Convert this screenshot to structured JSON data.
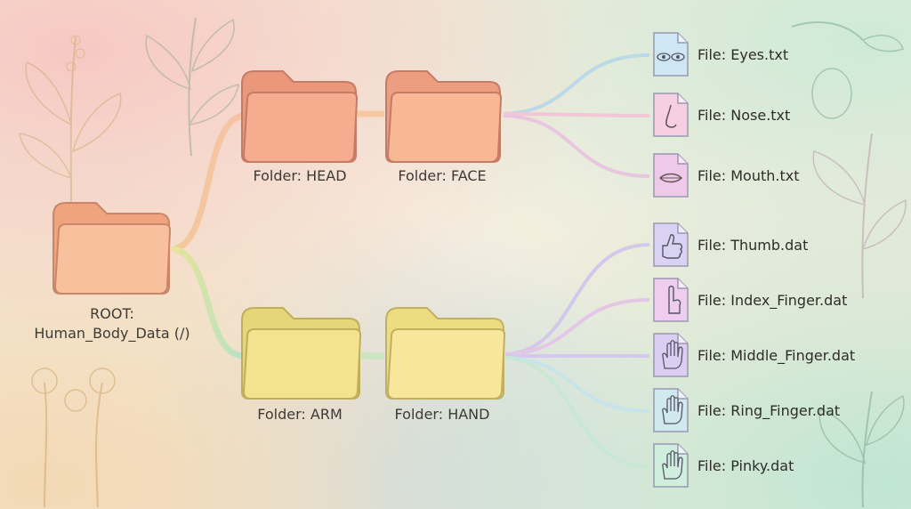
{
  "root": {
    "label_line1": "ROOT:",
    "label_line2": "Human_Body_Data (/)"
  },
  "folders": {
    "head": "Folder: HEAD",
    "face": "Folder: FACE",
    "arm": "Folder: ARM",
    "hand": "Folder: HAND"
  },
  "files": [
    {
      "label": "File: Eyes.txt",
      "icon": "eyes-icon",
      "color": "#cfe6f4"
    },
    {
      "label": "File: Nose.txt",
      "icon": "nose-icon",
      "color": "#f7cfe3"
    },
    {
      "label": "File: Mouth.txt",
      "icon": "mouth-icon",
      "color": "#efc9ea"
    },
    {
      "label": "File: Thumb.dat",
      "icon": "thumb-icon",
      "color": "#d9d2f3"
    },
    {
      "label": "File: Index_Finger.dat",
      "icon": "index-finger-icon",
      "color": "#efcdee"
    },
    {
      "label": "File: Middle_Finger.dat",
      "icon": "hand-icon",
      "color": "#dccdf2"
    },
    {
      "label": "File: Ring_Finger.dat",
      "icon": "hand-icon",
      "color": "#cfe9ee"
    },
    {
      "label": "File: Pinky.dat",
      "icon": "hand-icon",
      "color": "#cfeedd"
    }
  ],
  "colors": {
    "root_folder": "#f6b98f",
    "head_folder": "#f4a98a",
    "face_folder": "#f6b08e",
    "arm_folder": "#f0e08a",
    "hand_folder": "#f6e59a"
  }
}
